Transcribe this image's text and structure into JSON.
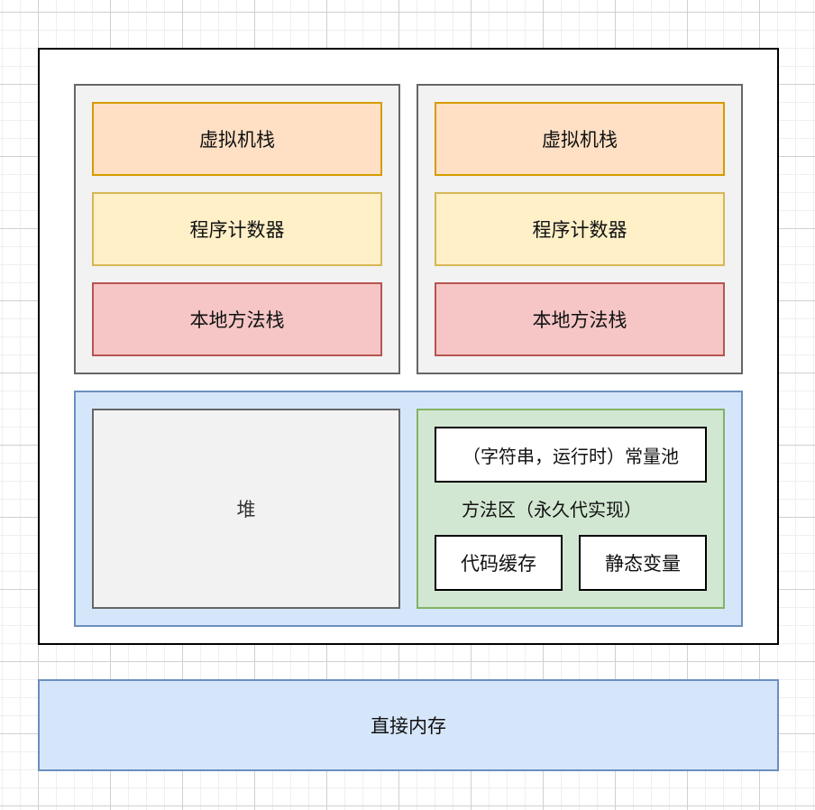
{
  "diagram": {
    "jvm_container": {
      "threads": [
        {
          "vm_stack": "虚拟机栈",
          "program_counter": "程序计数器",
          "native_method_stack": "本地方法栈"
        },
        {
          "vm_stack": "虚拟机栈",
          "program_counter": "程序计数器",
          "native_method_stack": "本地方法栈"
        }
      ],
      "shared_area": {
        "heap": "堆",
        "method_area": {
          "label": "方法区（永久代实现）",
          "constant_pool": "（字符串，运行时）常量池",
          "code_cache": "代码缓存",
          "static_variables": "静态变量"
        }
      }
    },
    "direct_memory": "直接内存"
  },
  "colors": {
    "vm_stack_fill": "#ffe0c4",
    "vm_stack_stroke": "#d79b00",
    "pc_fill": "#fff0c8",
    "pc_stroke": "#d6b656",
    "native_fill": "#f6c6c6",
    "native_stroke": "#b85450",
    "shared_fill": "#d6e6fa",
    "shared_stroke": "#6c8ebf",
    "method_fill": "#d2e7d2",
    "method_stroke": "#82b366",
    "thread_fill": "#f2f2f2",
    "thread_stroke": "#666666"
  }
}
